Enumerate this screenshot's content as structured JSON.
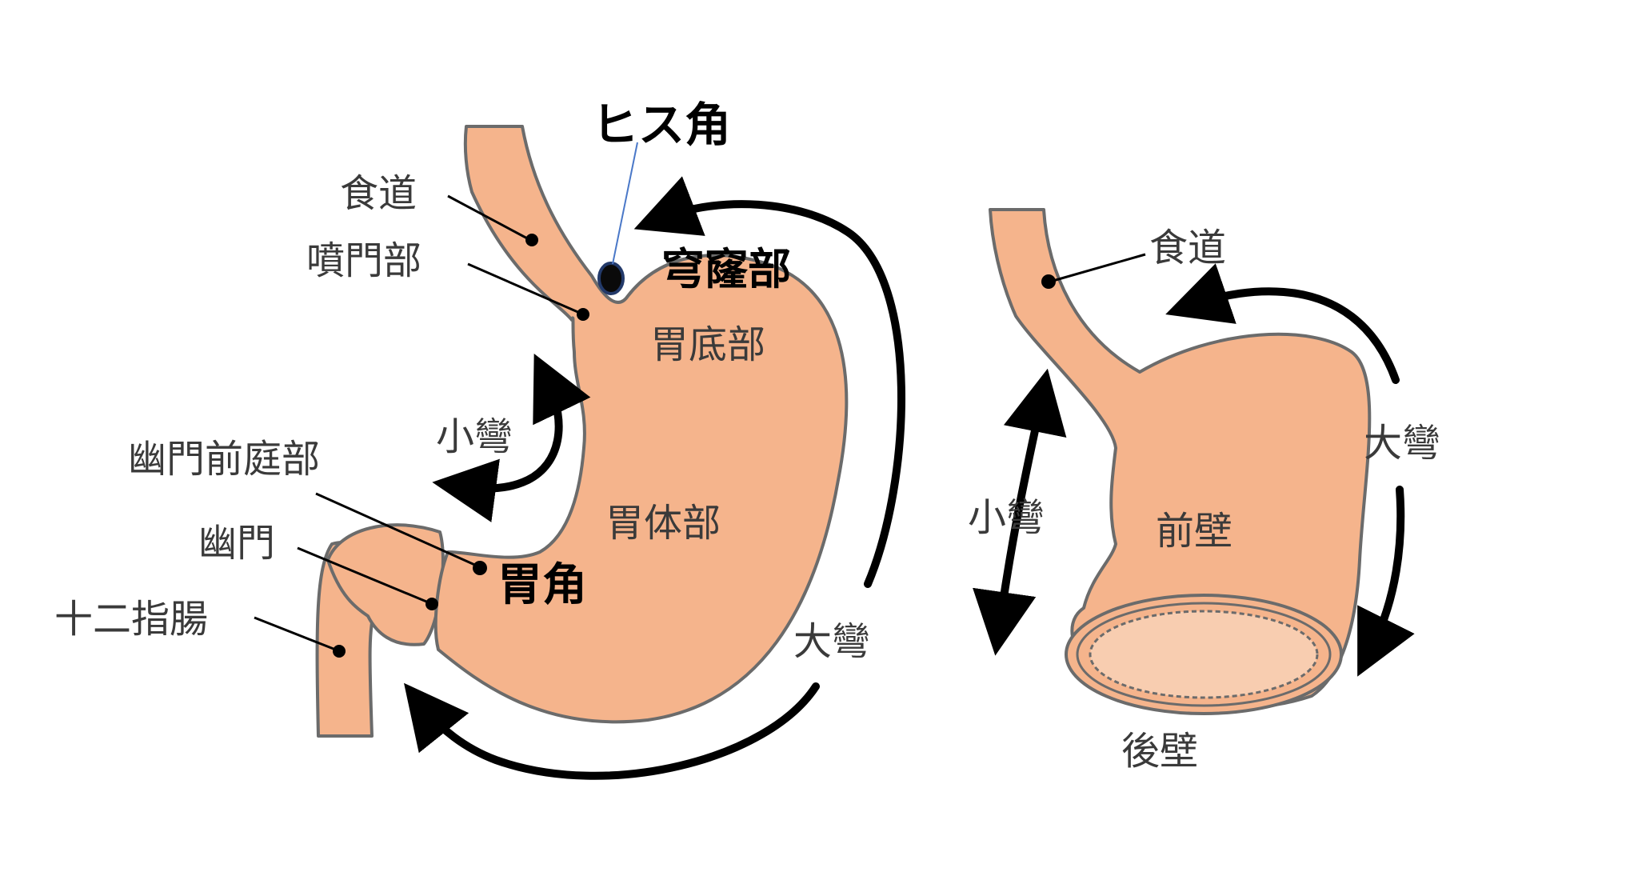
{
  "colors": {
    "organ_fill": "#F5B48C",
    "organ_outline": "#6B6B6B",
    "lumen_fill": "#F8CDB0",
    "arrow": "#000000",
    "text": "#3A3A3A",
    "text_bold": "#000000",
    "his_pointer": "#4A78C8"
  },
  "labels": {
    "his_angle": "ヒス角",
    "esophagus": "食道",
    "cardia": "噴門部",
    "fornix": "穹窿部",
    "fundus": "胃底部",
    "lesser_curvature": "小彎",
    "pyloric_antrum": "幽門前庭部",
    "pylorus": "幽門",
    "duodenum": "十二指腸",
    "body": "胃体部",
    "angular_notch": "胃角",
    "greater_curvature": "大彎"
  },
  "labels_right": {
    "esophagus": "食道",
    "greater_curvature": "大彎",
    "lesser_curvature": "小彎",
    "anterior_wall": "前壁",
    "posterior_wall": "後壁"
  }
}
